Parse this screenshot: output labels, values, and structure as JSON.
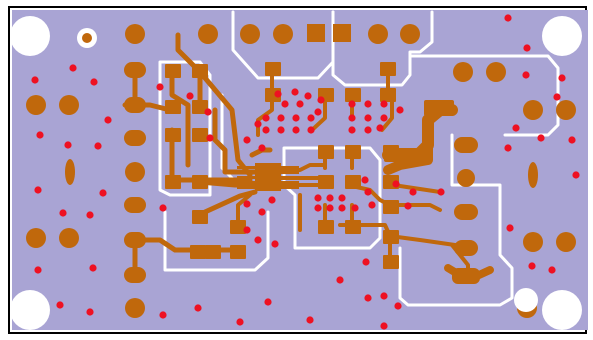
{
  "view": {
    "title": "",
    "layer": "top copper"
  },
  "colors": {
    "background": "#ffffff",
    "board_outline": "#000000",
    "copper_pour": "#a9a4d4",
    "clearance": "#ffffff",
    "copper": "#c0680c",
    "via": "#ee1122",
    "hole": "#ffffff"
  },
  "board": {
    "mounting_holes": 4,
    "pour_islands": 6
  }
}
